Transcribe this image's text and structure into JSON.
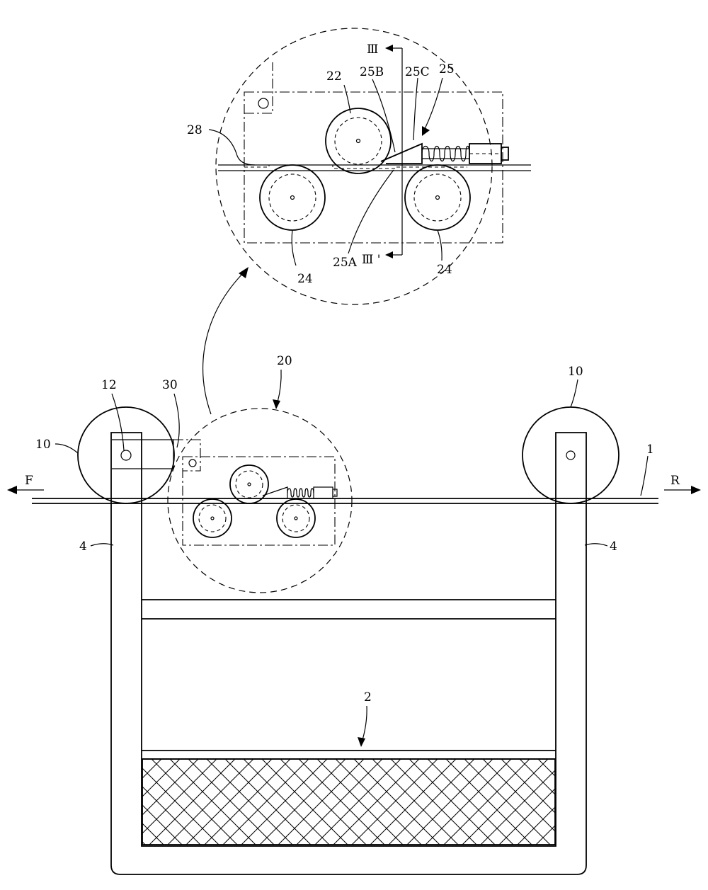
{
  "labels": {
    "detail_section_top": "Ⅲ",
    "detail_section_bottom": "Ⅲ '",
    "roller_22": "22",
    "part_25b": "25B",
    "part_25c": "25C",
    "part_25": "25",
    "part_28": "28",
    "roller_24_left": "24",
    "roller_24_right": "24",
    "part_25a": "25A",
    "assembly_20": "20",
    "wheel_10_left": "10",
    "wheel_10_right": "10",
    "pin_12": "12",
    "bracket_30": "30",
    "wire_1": "1",
    "dir_front": "F",
    "dir_rear": "R",
    "frame_4_left": "4",
    "frame_4_right": "4",
    "basket_2": "2"
  }
}
